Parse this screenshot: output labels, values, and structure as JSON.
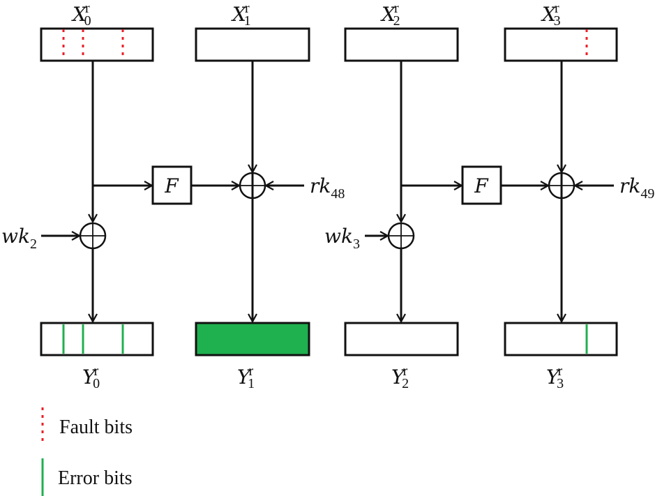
{
  "diagram": {
    "type": "feistel-fault-propagation",
    "colors": {
      "line": "#111111",
      "fault": "#e8202a",
      "error": "#1fb04f",
      "full_error_fill": "#1fb04f"
    },
    "inputs": [
      {
        "base": "X",
        "sub": "0",
        "sup": "r",
        "fault_bits": 3
      },
      {
        "base": "X",
        "sub": "1",
        "sup": "r",
        "fault_bits": 0
      },
      {
        "base": "X",
        "sub": "2",
        "sup": "r",
        "fault_bits": 0
      },
      {
        "base": "X",
        "sub": "3",
        "sup": "r",
        "fault_bits": 1
      }
    ],
    "outputs": [
      {
        "base": "Y",
        "sub": "0",
        "sup": "r",
        "error_bits": 3,
        "fully_corrupted": false
      },
      {
        "base": "Y",
        "sub": "1",
        "sup": "r",
        "error_bits": 0,
        "fully_corrupted": true
      },
      {
        "base": "Y",
        "sub": "2",
        "sup": "r",
        "error_bits": 0,
        "fully_corrupted": false
      },
      {
        "base": "Y",
        "sub": "3",
        "sup": "r",
        "error_bits": 1,
        "fully_corrupted": false
      }
    ],
    "functions": [
      {
        "label": "F"
      },
      {
        "label": "F"
      }
    ],
    "round_keys": [
      {
        "base": "rk",
        "sub": "48"
      },
      {
        "base": "rk",
        "sub": "49"
      }
    ],
    "whitening_keys": [
      {
        "base": "wk",
        "sub": "2"
      },
      {
        "base": "wk",
        "sub": "3"
      }
    ]
  },
  "legend": {
    "items": [
      {
        "label": "Fault bits",
        "style": "dotted-red"
      },
      {
        "label": "Error bits",
        "style": "solid-green"
      }
    ]
  }
}
